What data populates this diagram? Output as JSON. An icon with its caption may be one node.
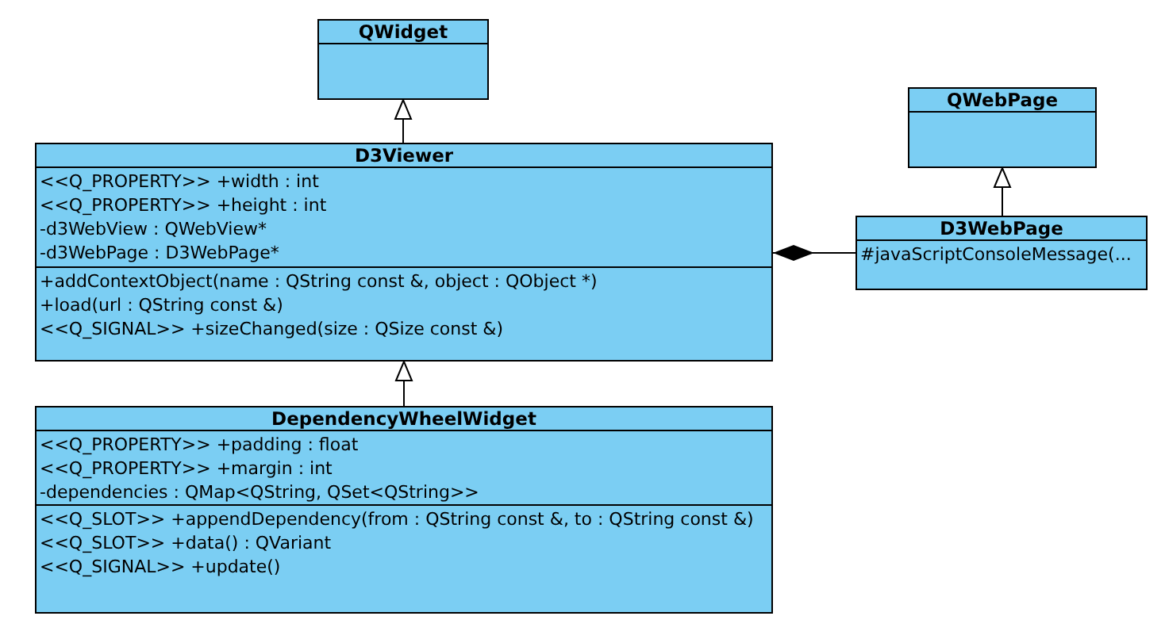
{
  "diagram": {
    "nodes": [
      {
        "text": [
          "QWidget"
        ]
      },
      {
        "text": [],
        "shape": "box",
        "in": 0
      },
      {
        "text": [
          "D3Viewer"
        ]
      },
      {
        "text": [
          "<<Q_PROPERTY>> +width : int",
          "<<Q_PROPERTY>> +height : int",
          "-d3WebView : QWebView*",
          "-d3WebPage : D3WebPage*"
        ],
        "in": 2
      },
      {
        "text": [
          "+addContextObject(name : QString const &, object : QObject *)",
          "+load(url : QString const &)",
          "<<Q_SIGNAL>> +sizeChanged(size : QSize const &)"
        ],
        "in": 2
      },
      {
        "text": [
          "DependencyWheelWidget"
        ]
      },
      {
        "text": [
          "<<Q_PROPERTY>> +padding : float",
          "<<Q_PROPERTY>> +margin : int",
          "-dependencies : QMap<QString, QSet<QString>>"
        ],
        "in": 5
      },
      {
        "text": [
          "<<Q_SLOT>> +appendDependency(from : QString const &, to : QString const &)",
          "<<Q_SLOT>> +data() : QVariant",
          "<<Q_SIGNAL>> +update()"
        ],
        "in": 5
      },
      {
        "text": [
          "QWebPage"
        ]
      },
      {
        "text": [],
        "shape": "box",
        "in": 8
      },
      {
        "text": [
          "D3WebPage"
        ]
      },
      {
        "text": [
          "#javaScriptConsoleMessage(..."
        ],
        "in": 10
      }
    ],
    "edges": [
      {
        "from": 2,
        "to": 0,
        "arrow": "to"
      },
      {
        "from": 5,
        "to": 2,
        "arrow": "to"
      },
      {
        "from": 10,
        "to": 8,
        "arrow": "to"
      },
      {
        "from": 2,
        "to": 10,
        "arrow": "other"
      }
    ]
  }
}
